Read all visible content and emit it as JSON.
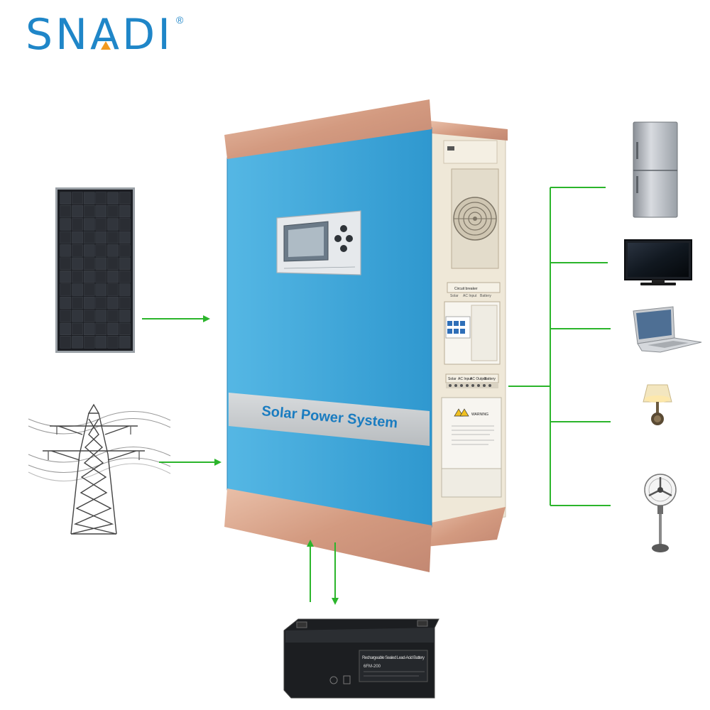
{
  "brand": {
    "logo_text": "SNADI",
    "registered_mark": "®",
    "logo_color": "#1f86c8",
    "logo_accent_color": "#f29a1f"
  },
  "inverter": {
    "front_label": "Solar Power System",
    "circuit_breaker_label": "Circuit breaker",
    "breaker_labels": [
      "Solar",
      "AC Input",
      "Battery"
    ],
    "terminal_labels": [
      "Solar",
      "AC Input",
      "AC Output",
      "Battery"
    ],
    "warning_label": "WARNING",
    "body_color": "#3fa7d8",
    "trim_color": "#dca58a"
  },
  "inputs": [
    {
      "name": "solar-panel",
      "icon": "solar-panel-icon"
    },
    {
      "name": "power-grid",
      "icon": "transmission-tower-icon"
    }
  ],
  "storage": {
    "icon": "battery-icon",
    "battery_title": "Rechargeable Sealed Lead-Acid Battery",
    "model_text": "6FM-200"
  },
  "loads": [
    {
      "icon": "refrigerator-icon"
    },
    {
      "icon": "television-icon"
    },
    {
      "icon": "laptop-icon"
    },
    {
      "icon": "wall-lamp-icon"
    },
    {
      "icon": "standing-fan-icon"
    }
  ],
  "connector_color": "#2bb52b"
}
